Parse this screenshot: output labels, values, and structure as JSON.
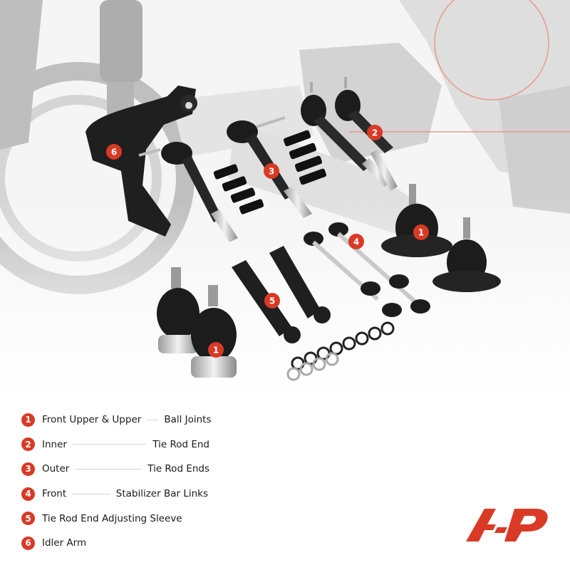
{
  "legend": [
    {
      "number": "1",
      "left": "Front Upper & Upper",
      "right": "Ball Joints"
    },
    {
      "number": "2",
      "left": "Inner",
      "right": "Tie Rod End"
    },
    {
      "number": "3",
      "left": "Outer",
      "right": "Tie Rod Ends"
    },
    {
      "number": "4",
      "left": "Front",
      "right": "Stabilizer Bar Links"
    },
    {
      "number": "5",
      "left": "Tie Rod End Adjusting Sleeve",
      "right": ""
    },
    {
      "number": "6",
      "left": "Idler Arm",
      "right": ""
    }
  ],
  "callouts": {
    "ball_joint_right": "1",
    "ball_joint_left": "1",
    "inner_tie_rod": "2",
    "outer_tie_rod": "3",
    "stabilizer_link": "4",
    "adjusting_sleeve": "5",
    "idler_arm": "6"
  },
  "colors": {
    "accent": "#d93a25",
    "part_black": "#1c1c1c",
    "chassis_gray": "#b9b9b9"
  },
  "icons": {
    "logo": "a-premium-logo"
  }
}
